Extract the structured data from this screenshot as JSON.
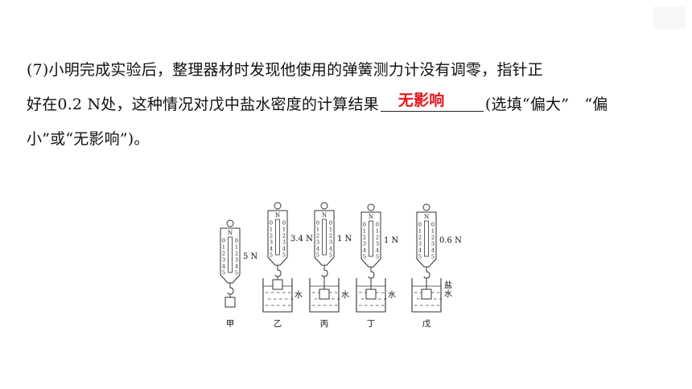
{
  "question": {
    "line1": "(7)小明完成实验后，整理器材时发现他使用的弹簧测力计没有调零，指针正",
    "line2_before": "好在0.2 N处，这种情况对戊中盐水密度的计算结果",
    "answer": "无影响",
    "line2_after": "(选填“偏大”　“偏",
    "line3": "小”或“无影响”)。"
  },
  "figure": {
    "dial_numbers": [
      "0",
      "1",
      "2",
      "3",
      "4",
      "5"
    ],
    "top_letter": "N",
    "setups": [
      {
        "label": "甲",
        "reading": "5 N",
        "liquid": ""
      },
      {
        "label": "乙",
        "reading": "3.4 N",
        "liquid": "水"
      },
      {
        "label": "丙",
        "reading": "1 N",
        "liquid": "水"
      },
      {
        "label": "丁",
        "reading": "1 N",
        "liquid": "水"
      },
      {
        "label": "戊",
        "reading": "0.6 N",
        "liquid": "盐水"
      }
    ]
  },
  "colors": {
    "answer": "#e5161b"
  }
}
